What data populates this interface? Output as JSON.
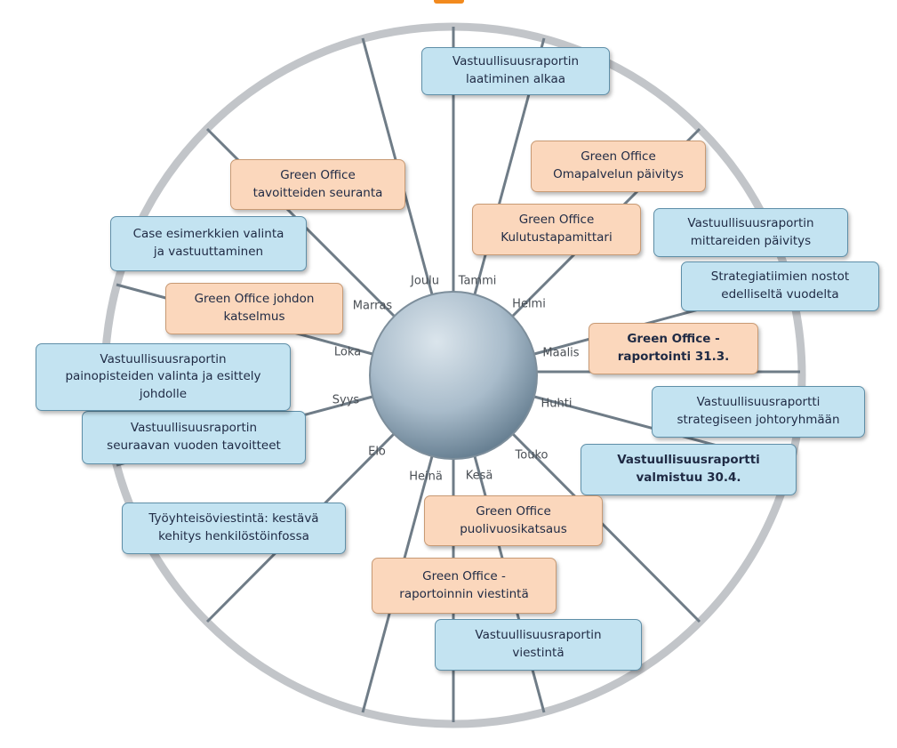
{
  "colors": {
    "blue_box": "#c3e3f1",
    "orange_box": "#fbd7bc",
    "spoke": "#6f7c87",
    "rim": "#bfc2c6",
    "hub_light": "#d5e0e8",
    "hub_dark": "#6b8497",
    "accent": "#f28a1e"
  },
  "months": [
    "Tammi",
    "Helmi",
    "Maalis",
    "Huhti",
    "Touko",
    "Kesä",
    "Heinä",
    "Elo",
    "Syys",
    "Loka",
    "Marras",
    "Joulu"
  ],
  "boxes": [
    {
      "text": "Vastuullisuusraportin\nlaatiminen alkaa",
      "color": "blue",
      "bold": false
    },
    {
      "text": "Green Office\nOmapalvelun päivitys",
      "color": "orange",
      "bold": false
    },
    {
      "text": "Green Office\nKulutustapamittari",
      "color": "orange",
      "bold": false
    },
    {
      "text": "Vastuullisuusraportin\nmittareiden päivitys",
      "color": "blue",
      "bold": false
    },
    {
      "text": "Strategiatiimien nostot\nedelliseltä vuodelta",
      "color": "blue",
      "bold": false
    },
    {
      "text": "Green Office -\nraportointi 31.3.",
      "color": "orange",
      "bold": true
    },
    {
      "text": "Vastuullisuusraportti\nstrategiseen johtoryhmään",
      "color": "blue",
      "bold": false
    },
    {
      "text": "Vastuullisuusraportti\nvalmistuu 30.4.",
      "color": "blue",
      "bold": true
    },
    {
      "text": "Green Office\npuolivuosikatsaus",
      "color": "orange",
      "bold": false
    },
    {
      "text": "Green Office -\nraportoinnin viestintä",
      "color": "orange",
      "bold": false
    },
    {
      "text": "Vastuullisuusraportin\nviestintä",
      "color": "blue",
      "bold": false
    },
    {
      "text": "Työyhteisöviestintä: kestävä\nkehitys henkilöstöinfossa",
      "color": "blue",
      "bold": false
    },
    {
      "text": "Vastuullisuusraportin\nseuraavan vuoden tavoitteet",
      "color": "blue",
      "bold": false
    },
    {
      "text": "Vastuullisuusraportin\npainopisteiden valinta ja esittely\njohdolle",
      "color": "blue",
      "bold": false
    },
    {
      "text": "Green Office johdon\nkatselmus",
      "color": "orange",
      "bold": false
    },
    {
      "text": "Case esimerkkien valinta\nja vastuuttaminen",
      "color": "blue",
      "bold": false
    },
    {
      "text": "Green Office\ntavoitteiden seuranta",
      "color": "orange",
      "bold": false
    }
  ]
}
